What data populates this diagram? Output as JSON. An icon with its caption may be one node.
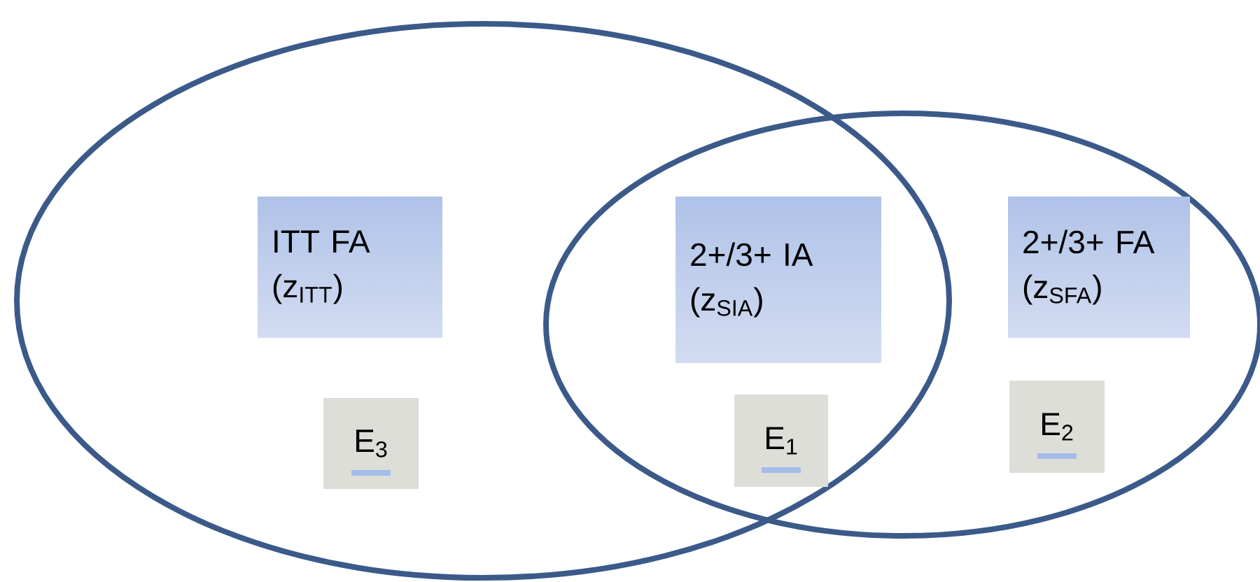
{
  "diagram": {
    "nodes": [
      {
        "text": [],
        "shape": "ellipse"
      },
      {
        "text": [],
        "shape": "ellipse"
      },
      {
        "text": [
          "ITT FA",
          "(z$_{ITT}$)"
        ],
        "in": 0
      },
      {
        "text": [
          "2+/3+ IA",
          "(z$_{SIA}$)"
        ]
      },
      {
        "text": [
          "2+/3+ FA",
          "(z$_{SFA}$)"
        ],
        "in": 1
      },
      {
        "text": [
          "E$_{3}$"
        ],
        "in": 0
      },
      {
        "text": [
          "E$_{1}$"
        ]
      },
      {
        "text": [
          "E$_{2}$"
        ],
        "in": 1
      }
    ]
  }
}
